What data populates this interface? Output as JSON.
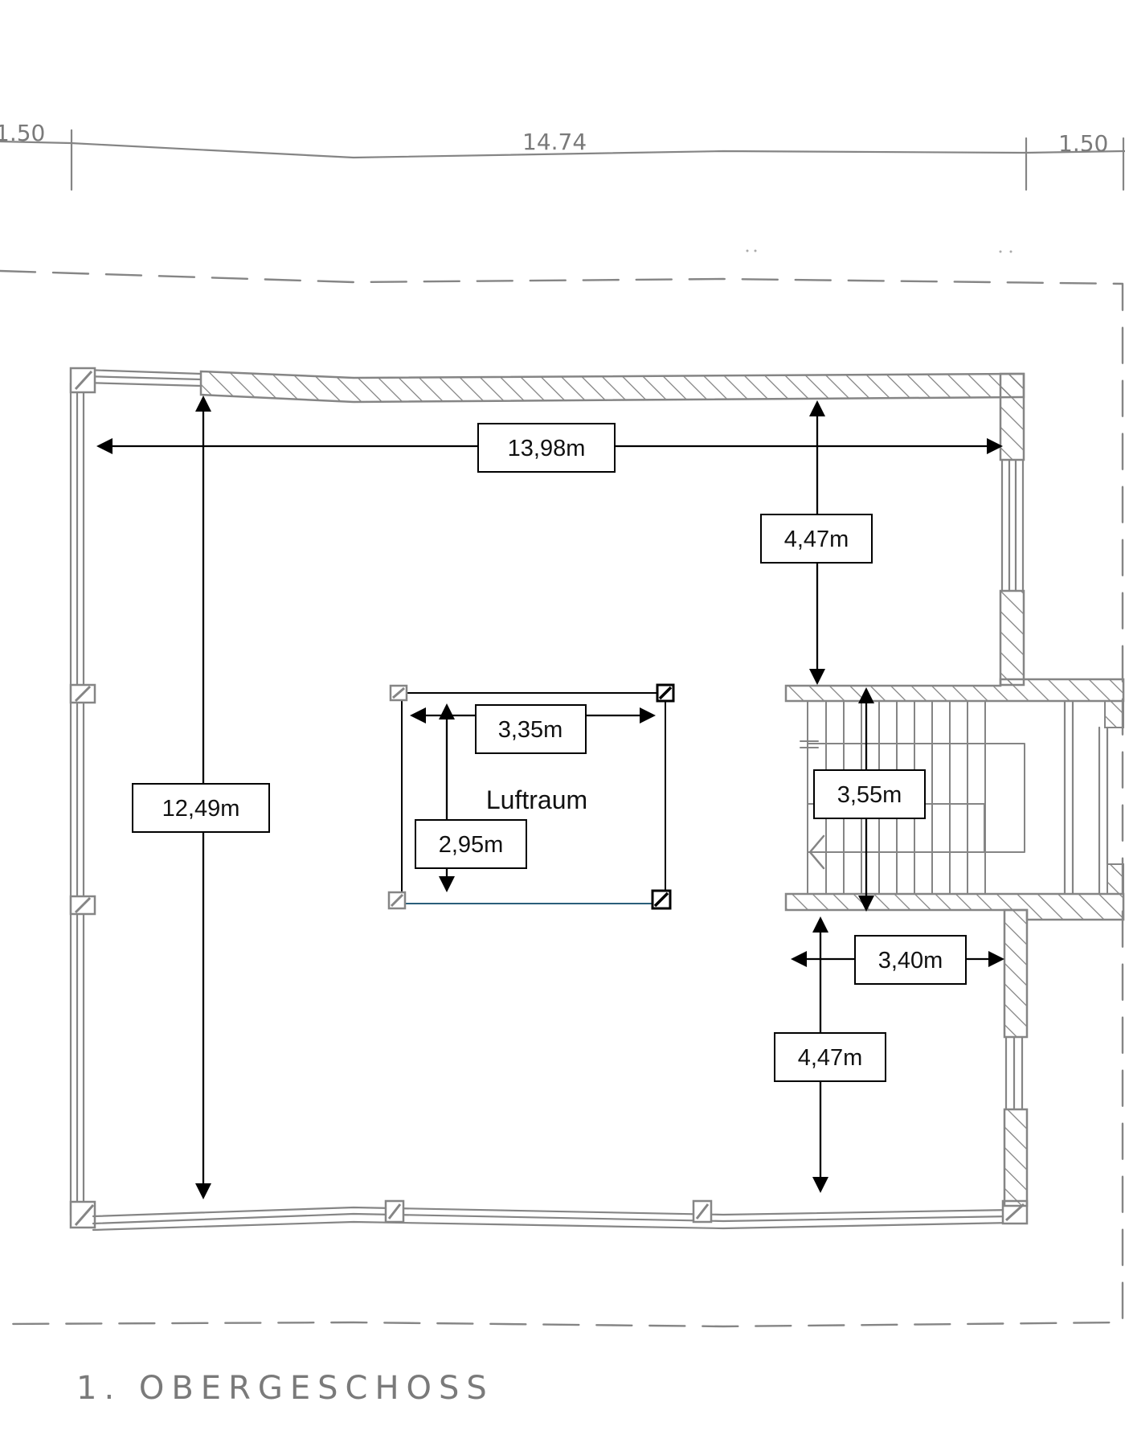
{
  "drawing": {
    "top_dimensions": {
      "left_overhang": "1.50",
      "total_width": "14.74",
      "right_overhang": "1.50"
    },
    "title": "1. OBERGESCHOSS",
    "room_label": "Luftraum"
  },
  "dimensions": {
    "width_main": "13,98m",
    "height_main": "12,49m",
    "right_upper_height": "4,47m",
    "void_width": "3,35m",
    "void_height": "2,95m",
    "stair_height": "3,55m",
    "right_lower_width": "3,40m",
    "right_lower_height": "4,47m"
  },
  "colors": {
    "sketch": "#858585",
    "dimension": "#000000",
    "void_bottom_edge": "#2a5f7a"
  }
}
